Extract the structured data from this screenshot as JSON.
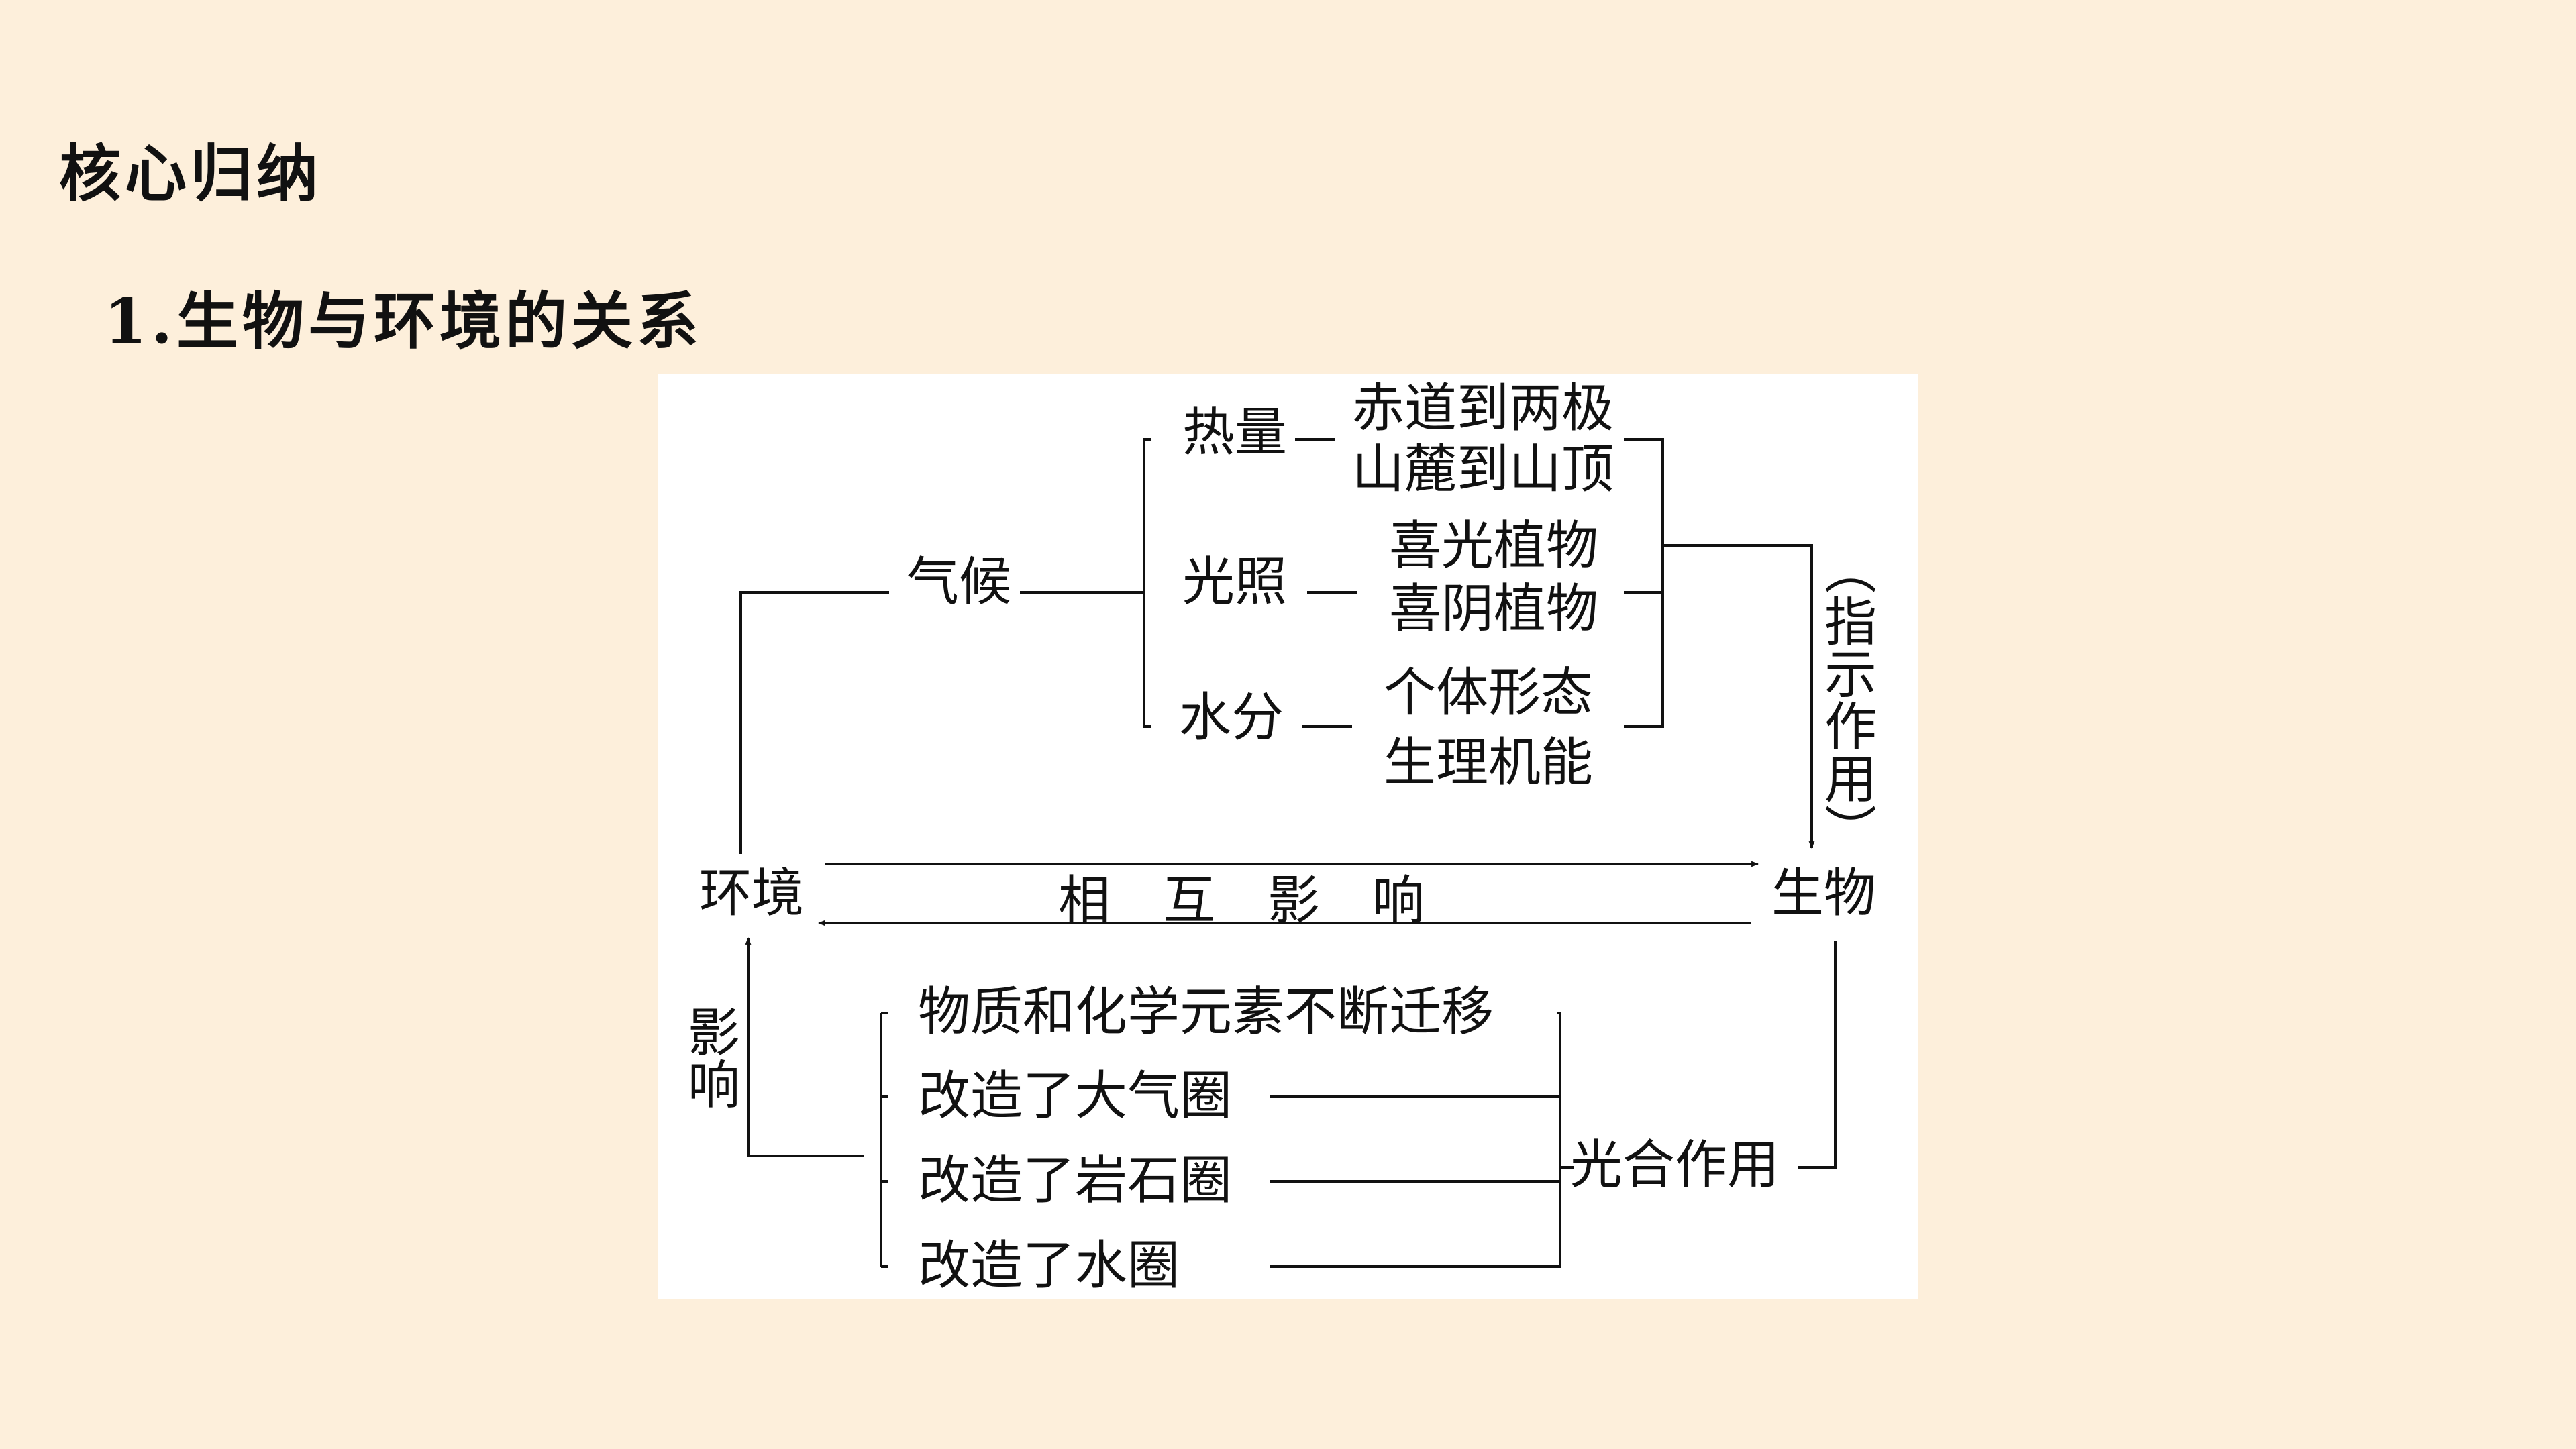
{
  "heading": {
    "title": "核心归纳",
    "subtitle": "1.生物与环境的关系"
  },
  "diagram": {
    "environment": "环境",
    "organism": "生物",
    "climate": "气候",
    "factors": {
      "heat": "热量",
      "light": "光照",
      "water": "水分"
    },
    "effects": {
      "heat_line1": "赤道到两极",
      "heat_line2": "山麓到山顶",
      "light_line1": "喜光植物",
      "light_line2": "喜阴植物",
      "water_line1": "个体形态",
      "water_line2": "生理机能"
    },
    "indication": "（指示作用）",
    "mutual": "相互影响",
    "influence": "影响",
    "photosynthesis": "光合作用",
    "changes": [
      "物质和化学元素不断迁移",
      "改造了大气圈",
      "改造了岩石圈",
      "改造了水圈"
    ]
  },
  "colors": {
    "background": "#fdefdb",
    "panel": "#ffffff",
    "ink": "#111111"
  }
}
